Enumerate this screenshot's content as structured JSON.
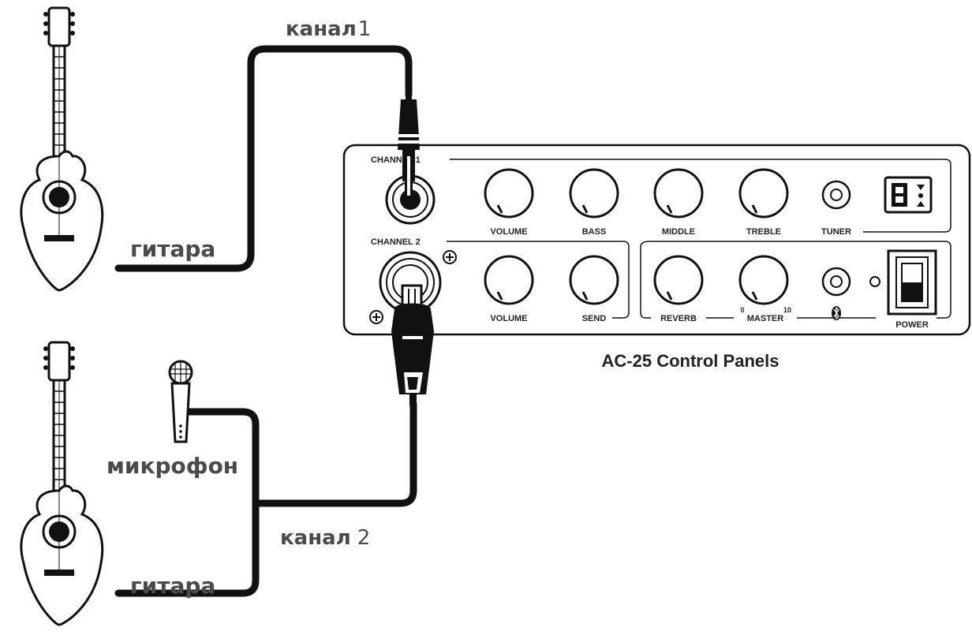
{
  "labels": {
    "channel1_cable": "канал",
    "channel1_num": "1",
    "channel2_cable": "канал",
    "channel2_num": "2",
    "guitar_top": "гитара",
    "guitar_bottom": "гитара",
    "microphone": "микрофон"
  },
  "panel": {
    "caption": "AC-25 Control Panels",
    "channel1_title": "CHANNEL 1",
    "channel2_title": "CHANNEL 2",
    "ch1_knobs": [
      "VOLUME",
      "BASS",
      "MIDDLE",
      "TREBLE"
    ],
    "ch2_knobs": [
      "VOLUME",
      "SEND"
    ],
    "fx_knobs": [
      "REVERB",
      "MASTER"
    ],
    "master_min": "0",
    "master_max": "10",
    "tuner": "TUNER",
    "power": "POWER"
  },
  "icons": [
    "acoustic-guitar-icon",
    "microphone-icon",
    "jack-plug-icon",
    "xlr-plug-icon",
    "bluetooth-icon",
    "power-switch-icon",
    "tuner-display-icon"
  ]
}
